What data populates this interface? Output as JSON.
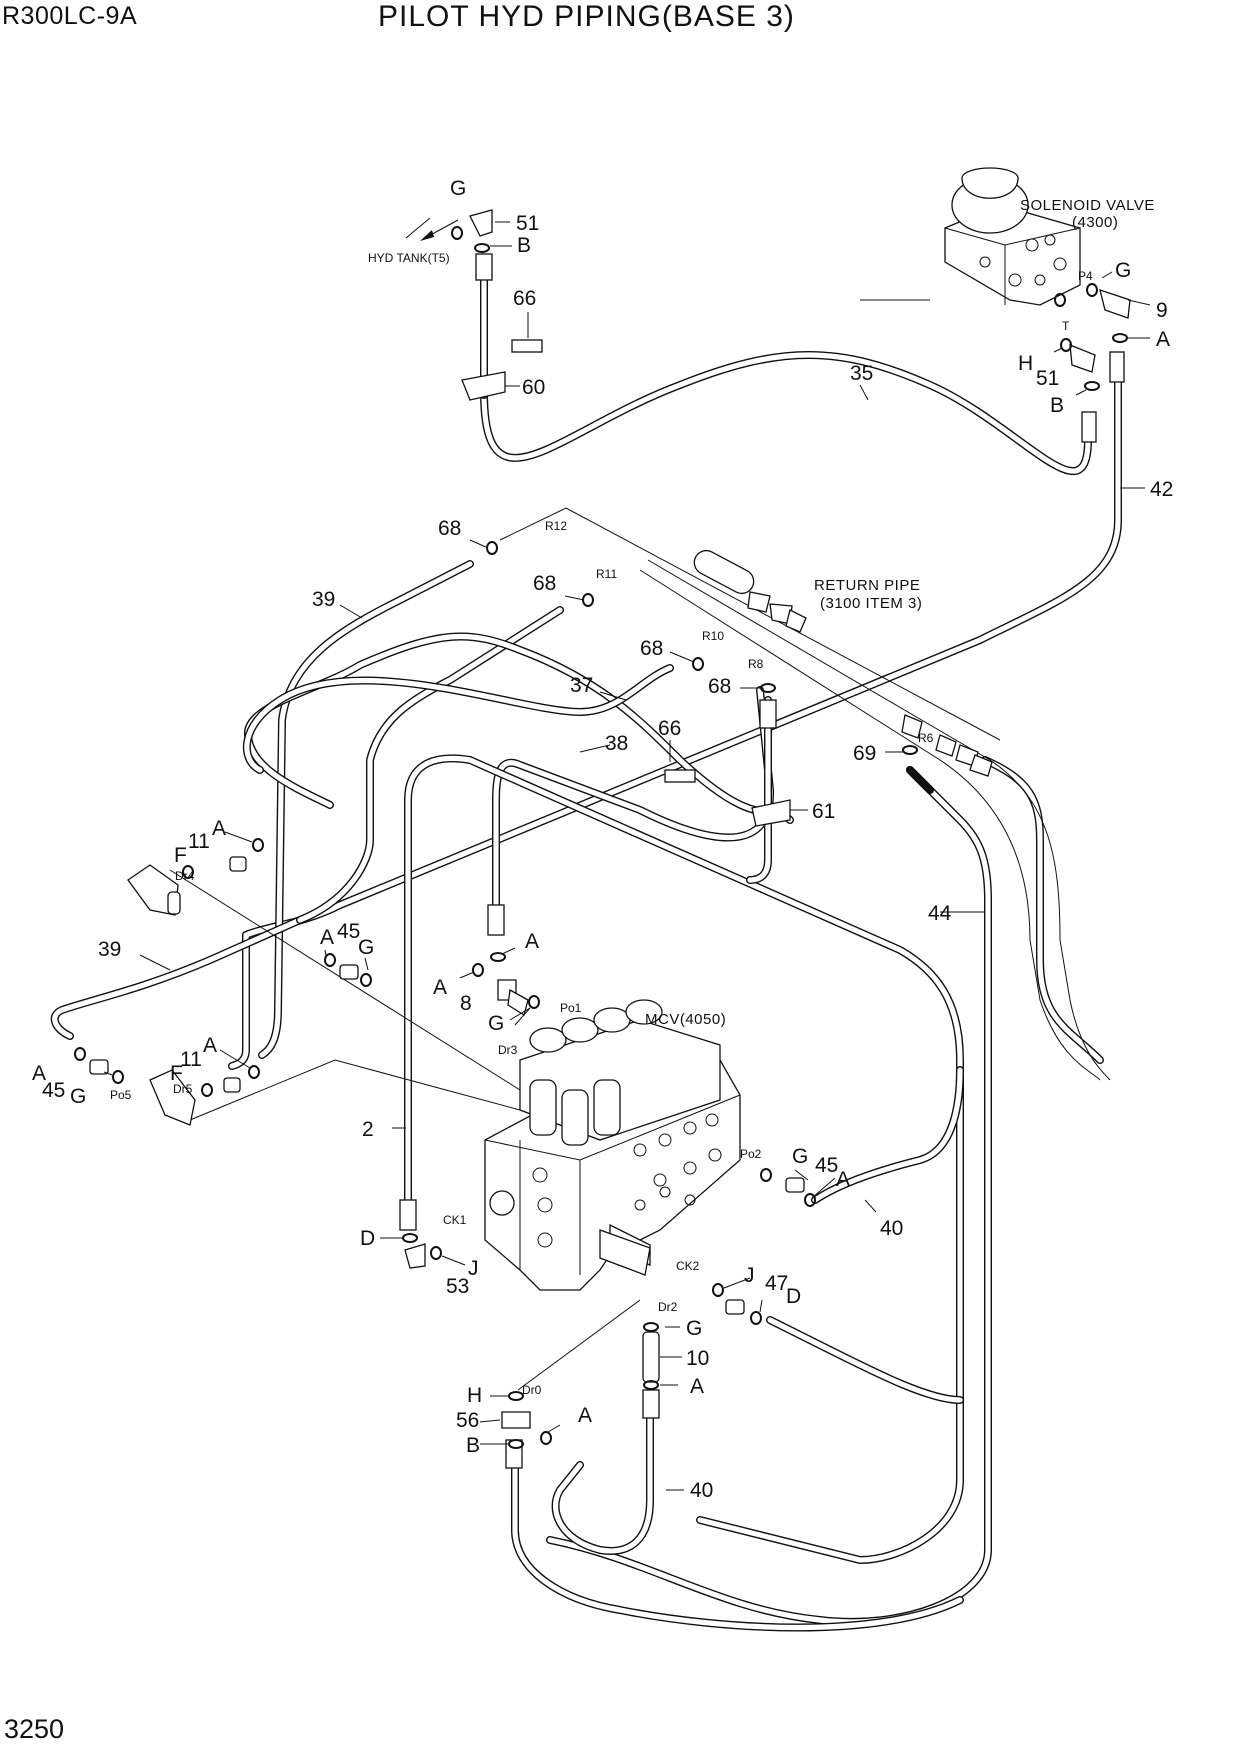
{
  "header": {
    "model": "R300LC-9A",
    "title": "PILOT HYD PIPING(BASE 3)",
    "page_number": "3250"
  },
  "component_labels": {
    "solenoid_valve": "SOLENOID VALVE",
    "solenoid_valve_ref": "(4300)",
    "return_pipe": "RETURN PIPE",
    "return_pipe_ref": "(3100 ITEM 3)",
    "mcv": "MCV(4050)",
    "hyd_tank": "HYD TANK(T5)"
  },
  "callouts": [
    {
      "id": "c1",
      "text": "G"
    },
    {
      "id": "c2",
      "text": "51"
    },
    {
      "id": "c3",
      "text": "B"
    },
    {
      "id": "c4",
      "text": "66"
    },
    {
      "id": "c5",
      "text": "60"
    },
    {
      "id": "c6",
      "text": "G"
    },
    {
      "id": "c7",
      "text": "9"
    },
    {
      "id": "c8",
      "text": "A"
    },
    {
      "id": "c9",
      "text": "H"
    },
    {
      "id": "c10",
      "text": "51"
    },
    {
      "id": "c11",
      "text": "B"
    },
    {
      "id": "c12",
      "text": "35"
    },
    {
      "id": "c13",
      "text": "42"
    },
    {
      "id": "c14",
      "text": "68"
    },
    {
      "id": "c15",
      "text": "39"
    },
    {
      "id": "c16",
      "text": "68"
    },
    {
      "id": "c17",
      "text": "68"
    },
    {
      "id": "c18",
      "text": "37"
    },
    {
      "id": "c19",
      "text": "68"
    },
    {
      "id": "c20",
      "text": "38"
    },
    {
      "id": "c21",
      "text": "66"
    },
    {
      "id": "c22",
      "text": "61"
    },
    {
      "id": "c23",
      "text": "69"
    },
    {
      "id": "c24",
      "text": "44"
    },
    {
      "id": "c25",
      "text": "A"
    },
    {
      "id": "c26",
      "text": "11"
    },
    {
      "id": "c27",
      "text": "F"
    },
    {
      "id": "c28",
      "text": "39"
    },
    {
      "id": "c29",
      "text": "A"
    },
    {
      "id": "c30",
      "text": "45"
    },
    {
      "id": "c31",
      "text": "G"
    },
    {
      "id": "c32",
      "text": "A"
    },
    {
      "id": "c33",
      "text": "A"
    },
    {
      "id": "c34",
      "text": "8"
    },
    {
      "id": "c35",
      "text": "G"
    },
    {
      "id": "c36",
      "text": "A"
    },
    {
      "id": "c37",
      "text": "45"
    },
    {
      "id": "c38",
      "text": "G"
    },
    {
      "id": "c39",
      "text": "A"
    },
    {
      "id": "c40",
      "text": "11"
    },
    {
      "id": "c41",
      "text": "F"
    },
    {
      "id": "c42",
      "text": "2"
    },
    {
      "id": "c43",
      "text": "G"
    },
    {
      "id": "c44",
      "text": "45"
    },
    {
      "id": "c45",
      "text": "A"
    },
    {
      "id": "c46",
      "text": "40"
    },
    {
      "id": "c47",
      "text": "D"
    },
    {
      "id": "c48",
      "text": "J"
    },
    {
      "id": "c49",
      "text": "53"
    },
    {
      "id": "c50",
      "text": "J"
    },
    {
      "id": "c51",
      "text": "47"
    },
    {
      "id": "c52",
      "text": "D"
    },
    {
      "id": "c53",
      "text": "G"
    },
    {
      "id": "c54",
      "text": "10"
    },
    {
      "id": "c55",
      "text": "A"
    },
    {
      "id": "c56",
      "text": "H"
    },
    {
      "id": "c57",
      "text": "A"
    },
    {
      "id": "c58",
      "text": "56"
    },
    {
      "id": "c59",
      "text": "B"
    },
    {
      "id": "c60",
      "text": "40"
    }
  ],
  "port_labels": [
    {
      "id": "p1",
      "text": "P4"
    },
    {
      "id": "p2",
      "text": "T"
    },
    {
      "id": "p3",
      "text": "R12"
    },
    {
      "id": "p4",
      "text": "R11"
    },
    {
      "id": "p5",
      "text": "R10"
    },
    {
      "id": "p6",
      "text": "R8"
    },
    {
      "id": "p7",
      "text": "R6"
    },
    {
      "id": "p8",
      "text": "Dr4"
    },
    {
      "id": "p9",
      "text": "Po1"
    },
    {
      "id": "p10",
      "text": "Dr3"
    },
    {
      "id": "p11",
      "text": "Dr5"
    },
    {
      "id": "p12",
      "text": "Po5"
    },
    {
      "id": "p13",
      "text": "Po2"
    },
    {
      "id": "p14",
      "text": "CK1"
    },
    {
      "id": "p15",
      "text": "CK2"
    },
    {
      "id": "p16",
      "text": "Dr2"
    },
    {
      "id": "p17",
      "text": "Dr0"
    }
  ]
}
